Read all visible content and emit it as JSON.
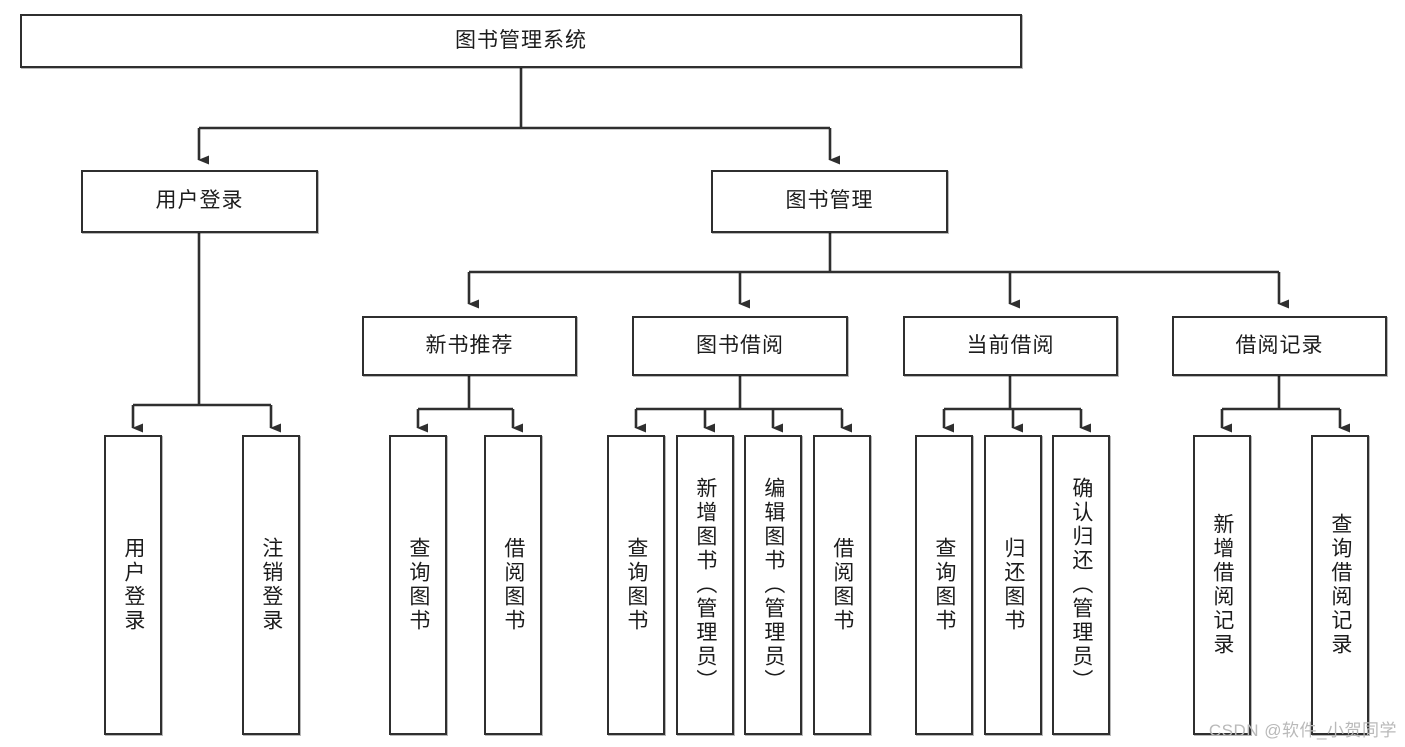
{
  "diagram": {
    "title": "图书管理系统",
    "type": "tree-hierarchy-chart",
    "root": {
      "id": "root",
      "label": "图书管理系统"
    },
    "level2": [
      {
        "id": "user-login",
        "label": "用户登录"
      },
      {
        "id": "book-manage",
        "label": "图书管理"
      }
    ],
    "level3": [
      {
        "id": "new-book-rec",
        "label": "新书推荐",
        "parent": "book-manage"
      },
      {
        "id": "book-borrow",
        "label": "图书借阅",
        "parent": "book-manage"
      },
      {
        "id": "current-borrow",
        "label": "当前借阅",
        "parent": "book-manage"
      },
      {
        "id": "borrow-record",
        "label": "借阅记录",
        "parent": "book-manage"
      }
    ],
    "leaves": [
      {
        "id": "leaf-user-login",
        "label": "用户登录",
        "parent": "user-login"
      },
      {
        "id": "leaf-logout",
        "label": "注销登录",
        "parent": "user-login"
      },
      {
        "id": "leaf-query-book-1",
        "label": "查询图书",
        "parent": "new-book-rec"
      },
      {
        "id": "leaf-borrow-book-1",
        "label": "借阅图书",
        "parent": "new-book-rec"
      },
      {
        "id": "leaf-query-book-2",
        "label": "查询图书",
        "parent": "book-borrow"
      },
      {
        "id": "leaf-add-book",
        "label": "新增图书（管理员）",
        "parent": "book-borrow"
      },
      {
        "id": "leaf-edit-book",
        "label": "编辑图书（管理员）",
        "parent": "book-borrow"
      },
      {
        "id": "leaf-borrow-book-2",
        "label": "借阅图书",
        "parent": "book-borrow"
      },
      {
        "id": "leaf-query-book-3",
        "label": "查询图书",
        "parent": "current-borrow"
      },
      {
        "id": "leaf-return-book",
        "label": "归还图书",
        "parent": "current-borrow"
      },
      {
        "id": "leaf-confirm-return",
        "label": "确认归还（管理员）",
        "parent": "current-borrow"
      },
      {
        "id": "leaf-add-record",
        "label": "新增借阅记录",
        "parent": "borrow-record"
      },
      {
        "id": "leaf-query-record",
        "label": "查询借阅记录",
        "parent": "borrow-record"
      }
    ]
  },
  "watermark": "CSDN @软件_小贺同学",
  "colors": {
    "stroke": "#2f2f2f",
    "text": "#1c1c1c",
    "background": "#ffffff",
    "watermark": "#b9b9b9"
  }
}
